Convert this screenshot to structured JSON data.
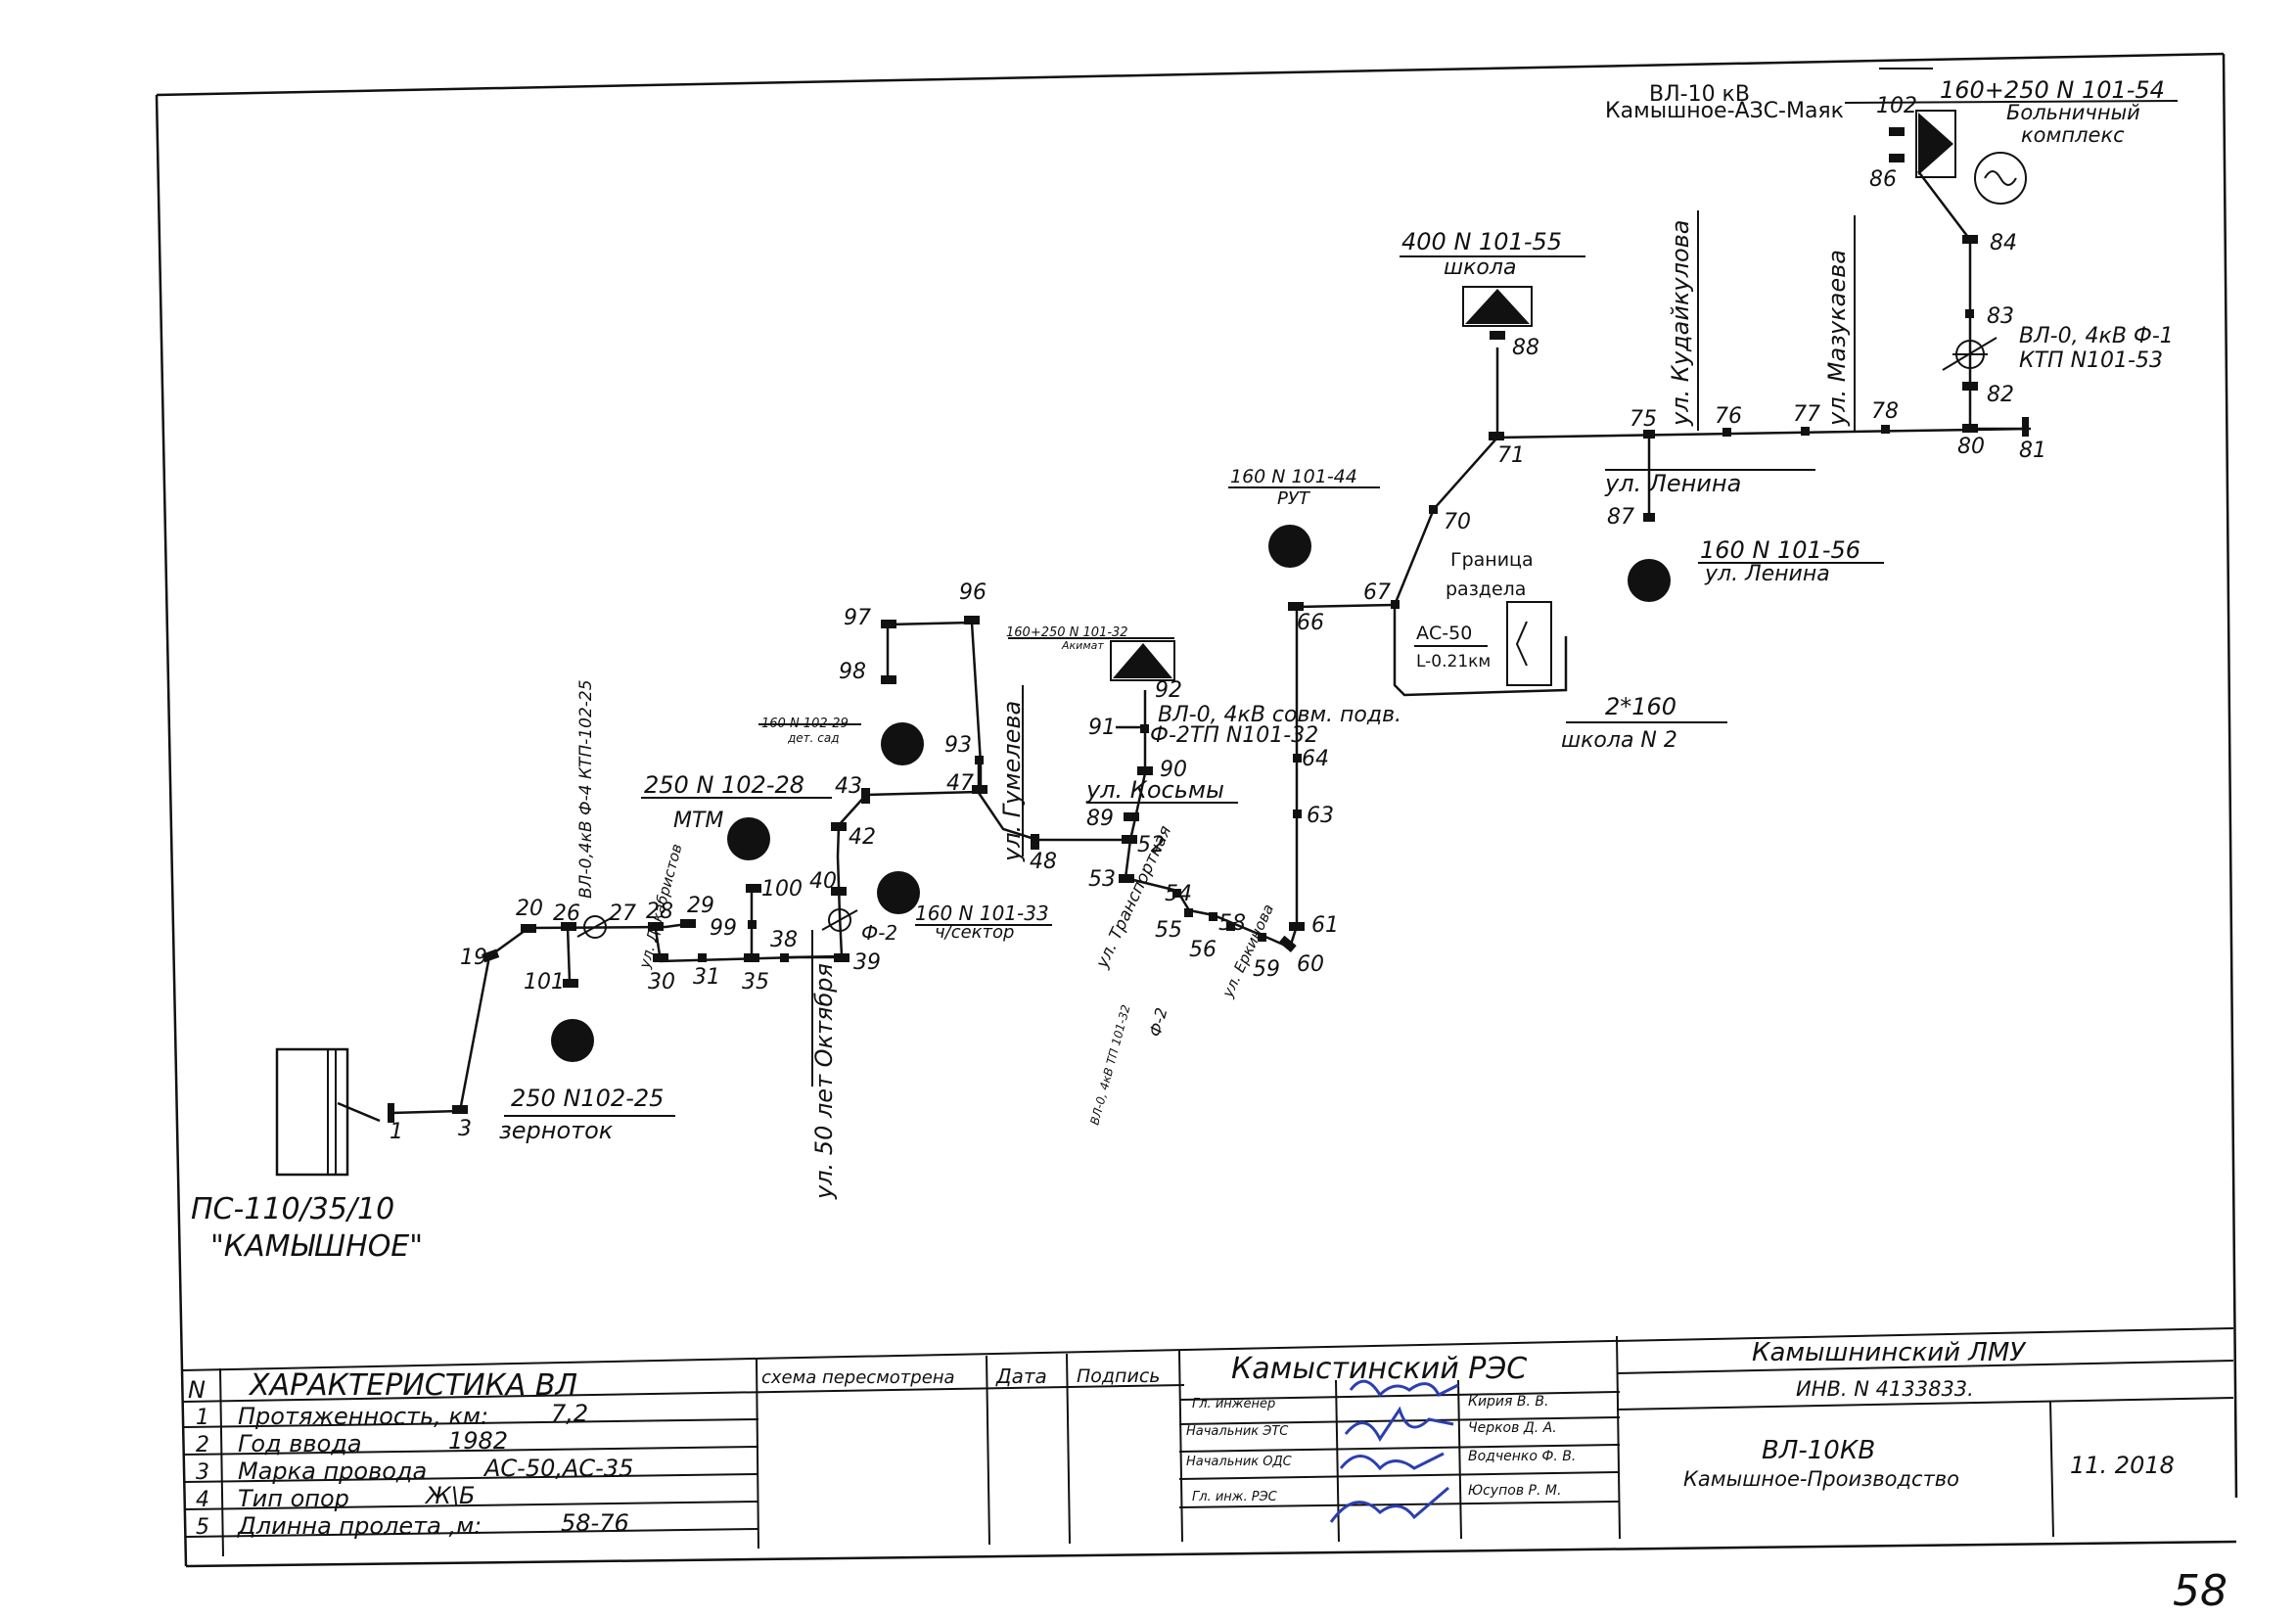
{
  "substation": {
    "name": "ПС-110/35/10",
    "place": "\"КАМЫШНОЕ\""
  },
  "feeder_label": {
    "line1": "ВЛ-10 кВ",
    "line2": "Камышное-АЗС-Маяк"
  },
  "nodes": {
    "n1": "1",
    "n3": "3",
    "n19": "19",
    "n20": "20",
    "n26": "26",
    "n27": "27",
    "n28": "28",
    "n29": "29",
    "n30": "30",
    "n31": "31",
    "n35": "35",
    "n38": "38",
    "n39": "39",
    "n40": "40",
    "n42": "42",
    "n43": "43",
    "n47": "47",
    "n48": "48",
    "n52": "52",
    "n53": "53",
    "n54": "54",
    "n55": "55",
    "n56": "56",
    "n58": "58",
    "n59": "59",
    "n60": "60",
    "n61": "61",
    "n63": "63",
    "n64": "64",
    "n66": "66",
    "n67": "67",
    "n70": "70",
    "n71": "71",
    "n75": "75",
    "n76": "76",
    "n77": "77",
    "n78": "78",
    "n80": "80",
    "n81": "81",
    "n82": "82",
    "n83": "83",
    "n84": "84",
    "n86": "86",
    "n87": "87",
    "n88": "88",
    "n89": "89",
    "n90": "90",
    "n91": "91",
    "n92": "92",
    "n93": "93",
    "n96": "96",
    "n97": "97",
    "n98": "98",
    "n99": "99",
    "n100": "100",
    "n101": "101",
    "n102": "102"
  },
  "transformers": {
    "t25_id": "250 N102-25",
    "t25_name": "зерноток",
    "t28_id": "250 N 102-28",
    "t28_name": "МТМ",
    "t29_id": "160 N 102-29",
    "t29_name": "дет. сад",
    "t33_id": "160 N 101-33",
    "t33_name": "ч/сектор",
    "t32_id": "160+250 N 101-32",
    "t32_name": "Акимат",
    "t44_id": "160 N 101-44",
    "t44_name": "РУТ",
    "t55_id": "400 N 101-55",
    "t55_name": "школа",
    "t56_id": "160 N 101-56",
    "t56_name": "ул. Ленина",
    "t54_id": "160+250 N 101-54",
    "t54_name1": "Больничный",
    "t54_name2": "комплекс",
    "school2_id": "2*160",
    "school2_name": "школа N 2"
  },
  "annotations": {
    "vl04_ktp25": "ВЛ-0,4кВ Ф-4 КТП-102-25",
    "f2_a": "Ф-2",
    "f2_b": "Ф-2",
    "vl04_sovm1": "ВЛ-0, 4кВ совм. подв.",
    "vl04_sovm2": "Ф-2ТП N101-32",
    "vl04_tp32": "ВЛ-0, 4кВ ТП 101-32",
    "vl04_f2": "Ф-2",
    "vl04_f1_1": "ВЛ-0, 4кВ Ф-1",
    "vl04_f1_2": "КТП N101-53",
    "border1": "Граница",
    "border2": "раздела",
    "cable": "АС-50",
    "length": "L-0.21км"
  },
  "streets": {
    "dekabristov": "ул. Декабристов",
    "oktyabrya": "ул. 50 лет Октября",
    "gumeleva": "ул. Гумелева",
    "kosmy": "ул. Косьмы",
    "transportnaya": "ул. Транспортная",
    "erkinova": "ул. Еркинова",
    "lenina": "ул. Ленина",
    "kudaykulova": "ул. Кудайкулова",
    "mazukaeva": "ул. Мазукаева"
  },
  "table": {
    "header_n": "N",
    "header_title": "ХАРАКТЕРИСТИКА ВЛ",
    "header_rev": "схема пересмотрена",
    "header_date": "Дата",
    "header_sign": "Подпись",
    "rows": [
      {
        "n": "1",
        "label": "Протяженность, км:",
        "value": "7,2"
      },
      {
        "n": "2",
        "label": "Год ввода",
        "value": "1982"
      },
      {
        "n": "3",
        "label": "Марка провода",
        "value": "АС-50,АС-35"
      },
      {
        "n": "4",
        "label": "Тип опор",
        "value": "Ж\\Б"
      },
      {
        "n": "5",
        "label": "Длинна пролета ,м:",
        "value": "58-76"
      }
    ]
  },
  "stamp": {
    "org": "Камыстинский РЭС",
    "roles": [
      "Гл. инженер",
      "Начальник ЭТС",
      "Начальник ОДС",
      "Гл. инж. РЭС"
    ],
    "people": [
      "Кирия В. В.",
      "Черков Д. А.",
      "Водченко Ф. В.",
      "Юсупов Р. М."
    ],
    "lmu": "Камышнинский ЛМУ",
    "inv": "ИНВ. N 4133833.",
    "line_name": "ВЛ-10КВ",
    "line_route": "Камышное-Производство",
    "date": "11. 2018"
  },
  "page_number": "58",
  "colors": {
    "ink": "#111111",
    "signature": "#2b3fb0",
    "paper": "#ffffff"
  }
}
